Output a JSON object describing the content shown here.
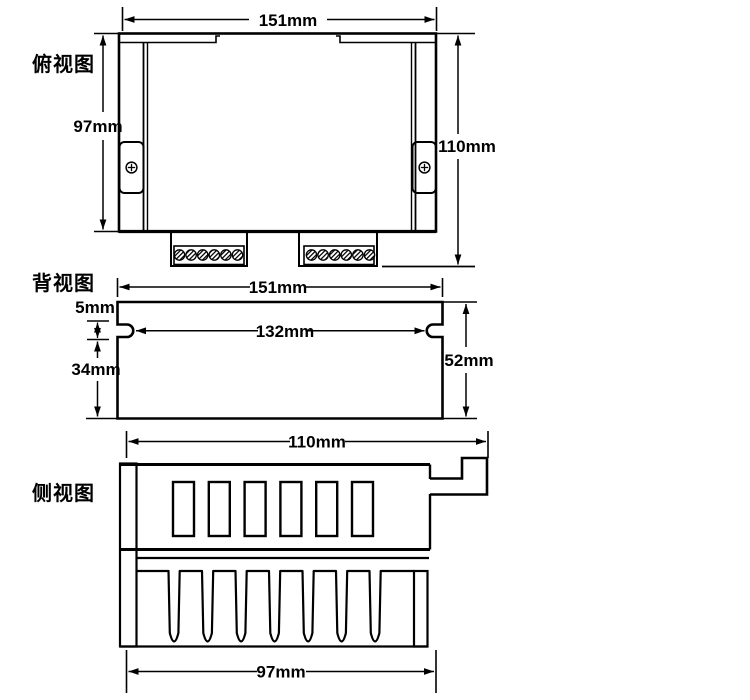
{
  "drawing": {
    "background_color": "#ffffff",
    "line_color": "#000000",
    "views": {
      "top": {
        "label": "俯视图",
        "dim_width": "151mm",
        "dim_body_height": "97mm",
        "dim_total_height": "110mm",
        "features": {
          "screw_icon": "phillips-screw",
          "terminal_screws_per_block": 6,
          "terminal_blocks": 2
        }
      },
      "back": {
        "label": "背视图",
        "dim_width": "151mm",
        "dim_notch_height": "5mm",
        "dim_inner_width": "132mm",
        "dim_lower_height": "34mm",
        "dim_height": "52mm"
      },
      "side": {
        "label": "侧视图",
        "dim_total_width": "110mm",
        "dim_base_width": "97mm",
        "features": {
          "vent_slots": 6,
          "heatsink_grooves": 7
        }
      }
    }
  }
}
